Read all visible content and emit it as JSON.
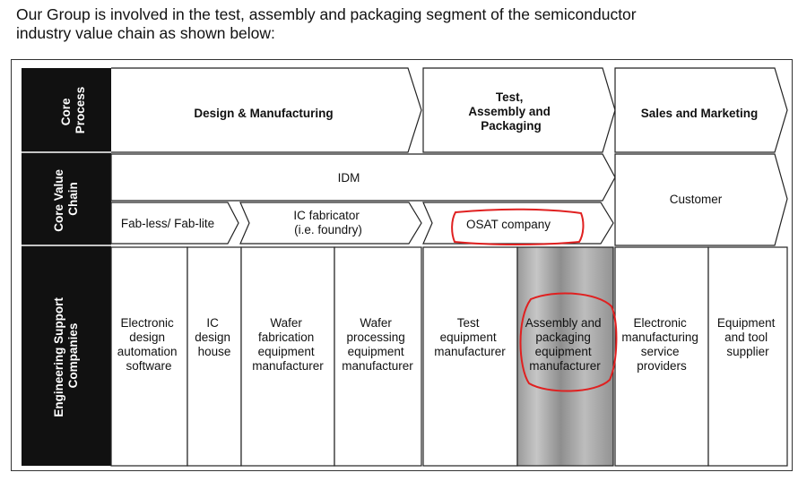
{
  "intro": {
    "line1": "Our Group is involved in the test, assembly and packaging segment of the semiconductor",
    "line2": "industry value chain as shown below:"
  },
  "rows": {
    "core_process": [
      "Core",
      "Process"
    ],
    "core_value_chain": [
      "Core Value",
      "Chain"
    ],
    "engineering_support": [
      "Engineering Support",
      "Companies"
    ]
  },
  "core_process": {
    "design": "Design & Manufacturing",
    "test": [
      "Test,",
      "Assembly and",
      "Packaging"
    ],
    "sales": "Sales and Marketing"
  },
  "value_chain": {
    "idm": "IDM",
    "customer": "Customer",
    "fabless": "Fab-less/ Fab-lite",
    "ic_fab": [
      "IC fabricator",
      "(i.e. foundry)"
    ],
    "osat": "OSAT company"
  },
  "support": [
    {
      "lines": [
        "Electronic",
        "design",
        "automation",
        "software"
      ]
    },
    {
      "lines": [
        "IC",
        "design",
        "house"
      ]
    },
    {
      "lines": [
        "Wafer",
        "fabrication",
        "equipment",
        "manufacturer"
      ]
    },
    {
      "lines": [
        "Wafer",
        "processing",
        "equipment",
        "manufacturer"
      ]
    },
    {
      "lines": [
        "Test",
        "equipment",
        "manufacturer"
      ]
    },
    {
      "lines": [
        "Assembly and",
        "packaging",
        "equipment",
        "manufacturer"
      ]
    },
    {
      "lines": [
        "Electronic",
        "manufacturing",
        "service",
        "providers"
      ]
    },
    {
      "lines": [
        "Equipment",
        "and tool",
        "supplier"
      ]
    }
  ],
  "colors": {
    "sidebar": "#111111",
    "highlight_circle": "#e02020",
    "shaded_cell": "#a8a8a8"
  }
}
